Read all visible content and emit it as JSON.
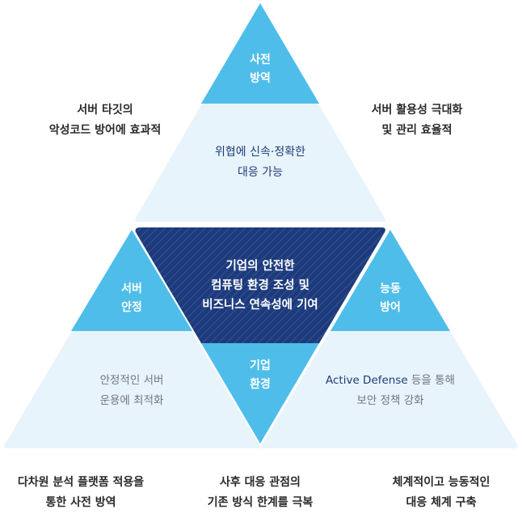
{
  "colors": {
    "light_blue": "#e8f4fc",
    "sky_blue": "#4fbde9",
    "navy": "#1d3a7a",
    "navy_stripe": "#2d4d92"
  },
  "top": {
    "tip": [
      "사전",
      "방역"
    ],
    "desc": [
      "위협에 신속·정확한",
      "대응 가능"
    ]
  },
  "left": {
    "tip": [
      "서버",
      "안정"
    ],
    "desc": [
      "안정적인 서버",
      "운용에 최적화"
    ]
  },
  "right": {
    "tip": [
      "능동",
      "방어"
    ],
    "desc_highlight": "Active Defense",
    "desc_rest": " 등을 통해",
    "desc_line2": "보안 정책 강화"
  },
  "center": {
    "lines": [
      "기업의 안전한",
      "컴퓨팅 환경 조성 및",
      "비즈니스 연속성에 기여"
    ],
    "tip": [
      "기업",
      "환경"
    ]
  },
  "captions": {
    "top_left": [
      "서버 타깃의",
      "악성코드 방어에 효과적"
    ],
    "top_right": [
      "서버 활용성 극대화",
      "및 관리 효율적"
    ],
    "bottom_left": [
      "다차원 분석 플랫폼 적용을",
      "통한 사전 방역"
    ],
    "bottom_center": [
      "사후 대응 관점의",
      "기존 방식 한계를 극복"
    ],
    "bottom_right": [
      "체계적이고 능동적인",
      "대응 체계 구축"
    ]
  }
}
